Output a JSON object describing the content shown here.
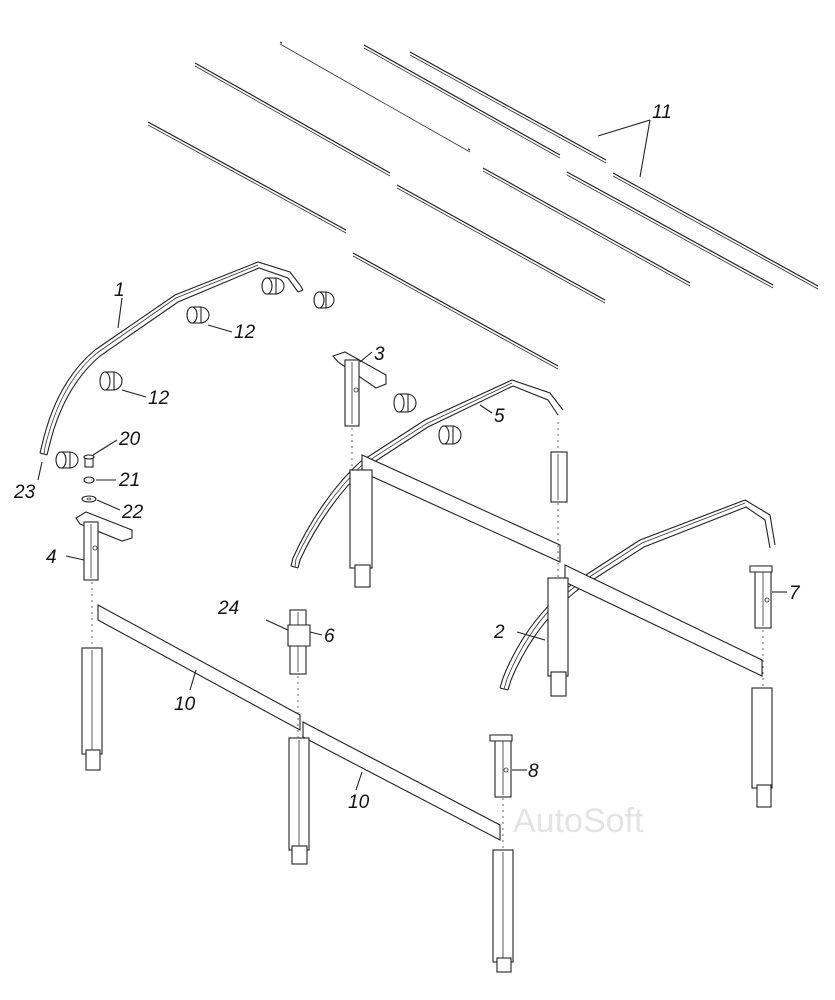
{
  "watermark": "AutoSoft",
  "labels": {
    "l1": "1",
    "l2": "2",
    "l3": "3",
    "l4": "4",
    "l5": "5",
    "l6": "6",
    "l7": "7",
    "l8": "8",
    "l10a": "10",
    "l10b": "10",
    "l11": "11",
    "l12a": "12",
    "l12b": "12",
    "l20": "20",
    "l21": "21",
    "l22": "22",
    "l23": "23",
    "l24": "24"
  }
}
